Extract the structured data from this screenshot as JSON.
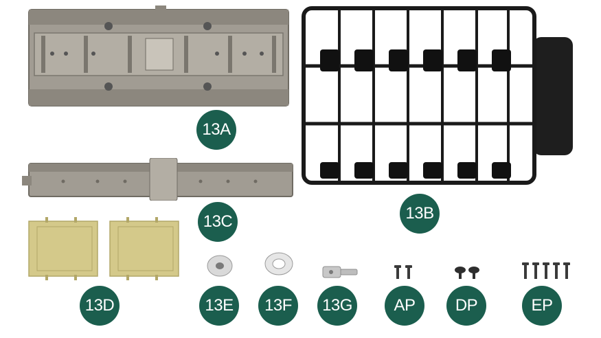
{
  "colors": {
    "badge_bg": "#1b5e4e",
    "badge_text": "#ffffff",
    "metal": "#9a958c",
    "metal_dark": "#6f6b63",
    "sprue": "#1a1a1a",
    "panel": "#d4c98a",
    "screw": "#3a3a3a",
    "silver": "#cfcfcf"
  },
  "labels": {
    "p13A": "13A",
    "p13B": "13B",
    "p13C": "13C",
    "p13D": "13D",
    "p13E": "13E",
    "p13F": "13F",
    "p13G": "13G",
    "pAP": "AP",
    "pDP": "DP",
    "pEP": "EP"
  },
  "icons": {
    "p13A": "valve-cover-part",
    "p13B": "sprue-frame-part",
    "p13C": "rail-part",
    "p13D": "panel-pair-part",
    "p13E": "washer-part",
    "p13F": "ring-part",
    "p13G": "bracket-pin-part",
    "pAP": "screw-pair-part",
    "pDP": "domed-screw-pair-part",
    "pEP": "screw-set-part"
  }
}
